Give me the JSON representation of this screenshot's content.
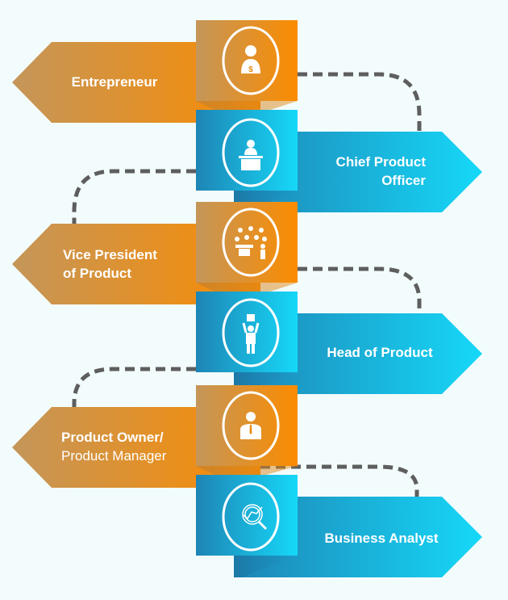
{
  "title": "Product Management Career Path",
  "steps": [
    {
      "lines": [
        "Entrepreneur"
      ],
      "icon": "businessman-dollar-icon"
    },
    {
      "lines": [
        "Chief Product",
        "Officer"
      ],
      "icon": "speaker-podium-icon"
    },
    {
      "lines": [
        "Vice President",
        "of Product"
      ],
      "icon": "team-meeting-icon"
    },
    {
      "lines": [
        "Head of Product"
      ],
      "icon": "person-holding-box-icon"
    },
    {
      "lines": [
        "Product Owner/",
        "Product Manager"
      ],
      "icon": "person-tie-icon"
    },
    {
      "lines": [
        "Business Analyst"
      ],
      "icon": "magnifier-chart-icon"
    }
  ],
  "colors": {
    "orange_start": "#c4965a",
    "orange_end": "#fb8c00",
    "blue_start": "#1e85b5",
    "blue_end": "#16d8f8",
    "connector": "#5e5e5e",
    "background": "#f3fcfc"
  }
}
